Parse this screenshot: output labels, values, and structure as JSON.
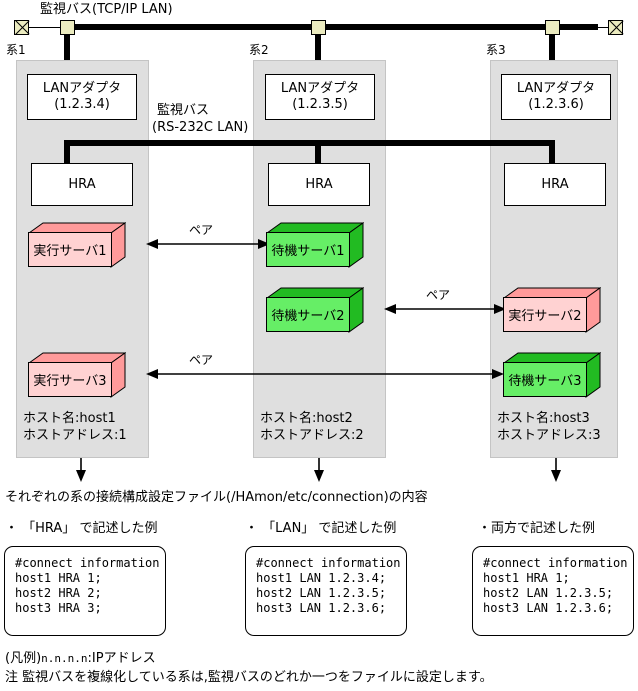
{
  "diagram": {
    "top_bus_label": "監視バス(TCP/IP LAN)",
    "inner_bus_label_line1": "監視バス",
    "inner_bus_label_line2": "(RS-232C LAN)",
    "systems": [
      {
        "label": "系1",
        "lan_adapter_line1": "LANアダプタ",
        "lan_adapter_line2": "(1.2.3.4)",
        "hra": "HRA",
        "servers": [
          {
            "name": "実行サーバ1",
            "kind": "active",
            "slot": 1
          },
          {
            "name": "実行サーバ3",
            "kind": "active",
            "slot": 3
          }
        ],
        "host_name": "ホスト名:host1",
        "host_address": "ホストアドレス:1"
      },
      {
        "label": "系2",
        "lan_adapter_line1": "LANアダプタ",
        "lan_adapter_line2": "(1.2.3.5)",
        "hra": "HRA",
        "servers": [
          {
            "name": "待機サーバ1",
            "kind": "standby",
            "slot": 1
          },
          {
            "name": "待機サーバ2",
            "kind": "standby",
            "slot": 2
          }
        ],
        "host_name": "ホスト名:host2",
        "host_address": "ホストアドレス:2"
      },
      {
        "label": "系3",
        "lan_adapter_line1": "LANアダプタ",
        "lan_adapter_line2": "(1.2.3.6)",
        "hra": "HRA",
        "servers": [
          {
            "name": "実行サーバ2",
            "kind": "active",
            "slot": 2
          },
          {
            "name": "待機サーバ3",
            "kind": "standby",
            "slot": 3
          }
        ],
        "host_name": "ホスト名:host3",
        "host_address": "ホストアドレス:3"
      }
    ],
    "pairs": [
      {
        "label": "ペア",
        "from": "実行サーバ1",
        "to": "待機サーバ1"
      },
      {
        "label": "ペア",
        "from": "待機サーバ2",
        "to": "実行サーバ2"
      },
      {
        "label": "ペア",
        "from": "実行サーバ3",
        "to": "待機サーバ3"
      }
    ]
  },
  "bottom": {
    "caption": "それぞれの系の接続構成設定ファイル(/HAmon/etc/connection)の内容",
    "examples": [
      {
        "title": "・ 「HRA」 で記述した例",
        "lines": [
          "#connect information",
          "host1 HRA 1;",
          "host2 HRA 2;",
          "host3 HRA 3;"
        ]
      },
      {
        "title": "・ 「LAN」 で記述した例",
        "lines": [
          "#connect information",
          "host1 LAN 1.2.3.4;",
          "host2 LAN 1.2.3.5;",
          "host3 LAN 1.2.3.6;"
        ]
      },
      {
        "title": "・両方で記述した例",
        "lines": [
          "#connect information",
          "host1 HRA 1;",
          "host2 LAN 1.2.3.5;",
          "host3 LAN 1.2.3.6;"
        ]
      }
    ],
    "legend_prefix": "(凡例)",
    "legend_mono": "n.n.n.n",
    "legend_suffix": ":IPアドレス",
    "note": "注 監視バスを複線化している系は,監視バスのどれか一つをファイルに設定します。"
  },
  "colors": {
    "panel_bg": "#dfdfdf",
    "active_face": "#ffd2d2",
    "active_shade": "#ff9a9a",
    "standby_face": "#66ee66",
    "standby_shade": "#22bb22",
    "node_fill": "#ececc0",
    "line": "#000000"
  }
}
